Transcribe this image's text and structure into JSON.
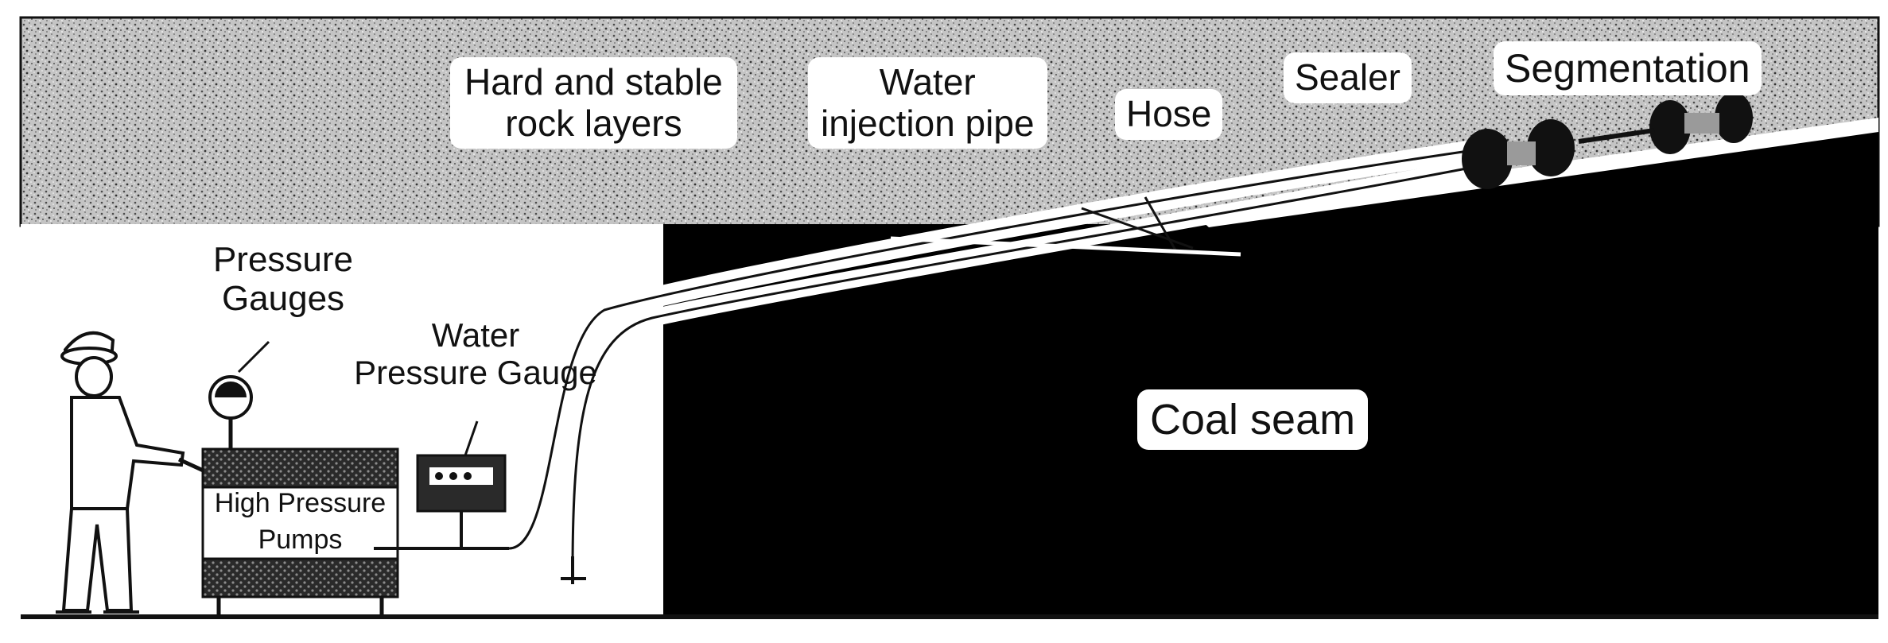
{
  "labels": {
    "rock": [
      "Hard and stable",
      "rock layers"
    ],
    "injection_pipe": [
      "Water",
      "injection pipe"
    ],
    "hose": "Hose",
    "sealer": "Sealer",
    "segmentation": "Segmentation",
    "pressure_gauges": [
      "Pressure",
      "Gauges"
    ],
    "water_pressure_gauge": [
      "Water",
      "Pressure Gauge"
    ],
    "pumps": [
      "High Pressure",
      "Pumps"
    ],
    "coal_seam": "Coal seam"
  },
  "colors": {
    "rock_fill": "#c9c9c9",
    "coal": "#000000",
    "line": "#111111",
    "background": "#ffffff"
  },
  "icons": [
    "worker-icon",
    "pressure-gauge-icon",
    "high-pressure-pump-icon",
    "water-pressure-gauge-icon",
    "sealer-icon",
    "segmentation-icon"
  ]
}
